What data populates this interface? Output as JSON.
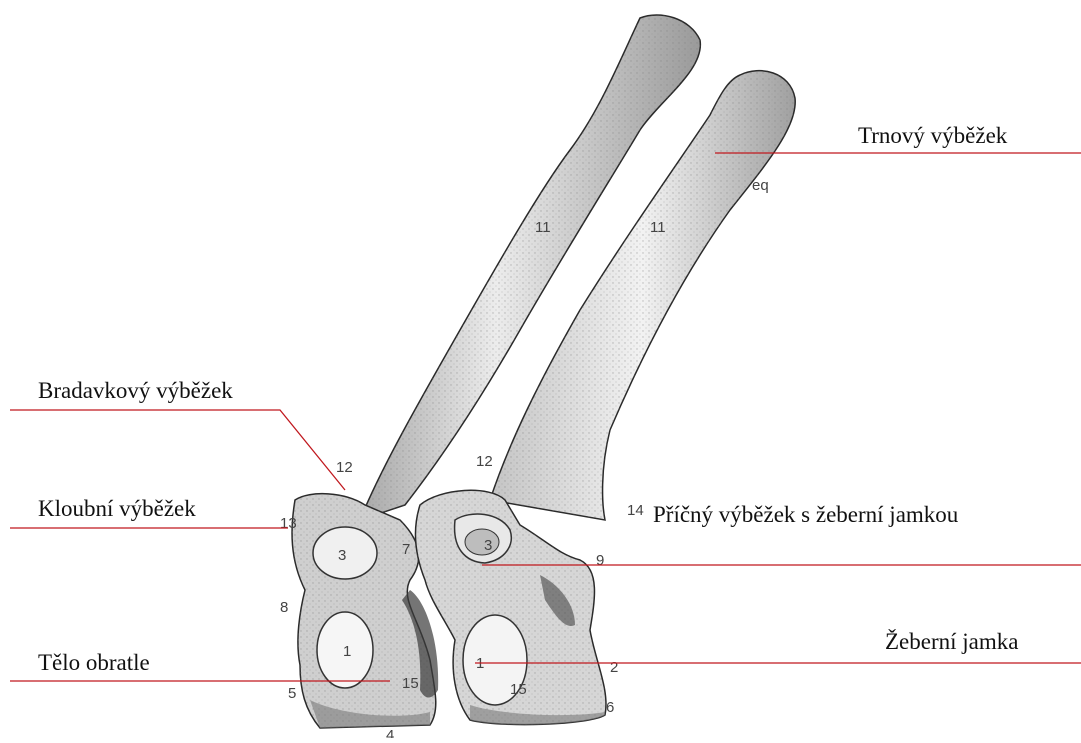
{
  "labels": {
    "trnovy": "Trnový výběžek",
    "bradavkovy": "Bradavkový výběžek",
    "kloubni": "Kloubní výběžek",
    "pricny": "Příčný výběžek s žeberní jamkou",
    "zeberni": "Žeberní jamka",
    "telo": "Tělo obratle"
  },
  "numbers": {
    "n11a": "11",
    "n11b": "11",
    "eq": "eq",
    "n12a": "12",
    "n12b": "12",
    "n13": "13",
    "n3a": "3",
    "n3b": "3",
    "n7": "7",
    "n9": "9",
    "n14": "14",
    "n8": "8",
    "n1a": "1",
    "n1b": "1",
    "n2": "2",
    "n15a": "15",
    "n15b": "15",
    "n5": "5",
    "n6": "6",
    "n4": "4"
  },
  "colors": {
    "leader": "#c0181e",
    "bone_light": "#e6e6e6",
    "bone_mid": "#b8b8b8",
    "bone_dark": "#6a6a6a",
    "outline": "#2a2a2a"
  }
}
